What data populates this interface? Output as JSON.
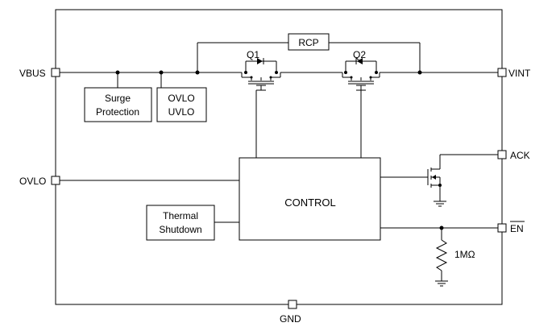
{
  "pins": {
    "vbus": "VBUS",
    "ovlo": "OVLO",
    "vint": "VINT",
    "ack": "ACK",
    "en": "EN",
    "gnd": "GND"
  },
  "blocks": {
    "surge_line1": "Surge",
    "surge_line2": "Protection",
    "ovlo_uvlo_line1": "OVLO",
    "ovlo_uvlo_line2": "UVLO",
    "rcp": "RCP",
    "control": "CONTROL",
    "thermal_line1": "Thermal",
    "thermal_line2": "Shutdown"
  },
  "components": {
    "q1": "Q1",
    "q2": "Q2",
    "resistor": "1MΩ"
  }
}
